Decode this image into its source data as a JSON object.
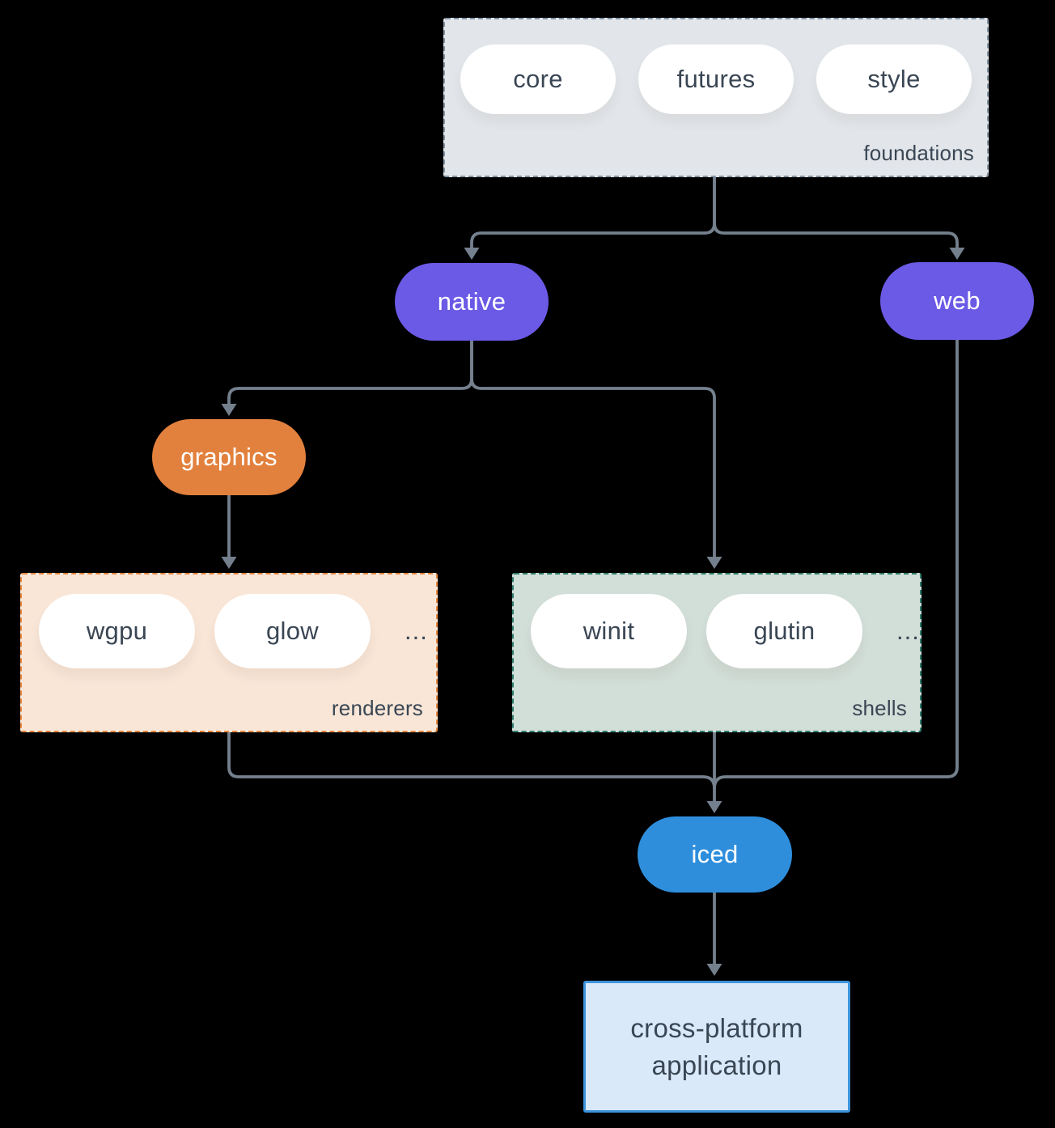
{
  "colors": {
    "background": "#000000",
    "connector": "#74808d",
    "foundations_fill": "#e2e6ea",
    "foundations_border": "#8494a2",
    "renderers_fill": "#f9e6d7",
    "renderers_border": "#e8873e",
    "shells_fill": "#d2ded8",
    "shells_border": "#2f7d6d",
    "purple": "#6b5ae6",
    "orange": "#e2813d",
    "blue": "#2e8edc",
    "app_fill": "#d9e9f9",
    "app_border": "#3d93dc",
    "pill_fill": "#ffffff",
    "dark_text": "#3a4654",
    "light_text": "#ffffff"
  },
  "foundations": {
    "label": "foundations",
    "pills": [
      "core",
      "futures",
      "style"
    ]
  },
  "native": {
    "label": "native"
  },
  "web": {
    "label": "web"
  },
  "graphics": {
    "label": "graphics"
  },
  "renderers": {
    "label": "renderers",
    "pills": [
      "wgpu",
      "glow"
    ],
    "ellipsis": "..."
  },
  "shells": {
    "label": "shells",
    "pills": [
      "winit",
      "glutin"
    ],
    "ellipsis": "..."
  },
  "iced": {
    "label": "iced"
  },
  "application": {
    "line1": "cross-platform",
    "line2": "application"
  }
}
